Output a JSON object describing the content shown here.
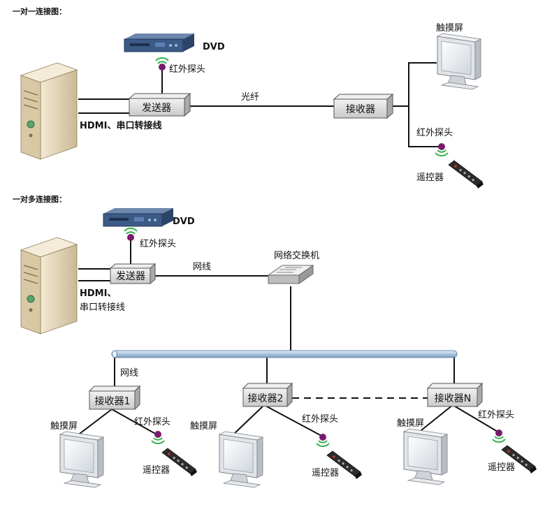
{
  "section1": {
    "header": "一对一连接图：",
    "dvd_label": "DVD",
    "ir_probe_top": "红外探头",
    "sender": "发送器",
    "cable_label": "HDMI、串口转接线",
    "fiber_label": "光纤",
    "receiver": "接收器",
    "touchscreen": "触摸屏",
    "ir_probe_right": "红外探头",
    "remote": "遥控器"
  },
  "section2": {
    "header": "一对多连接图：",
    "dvd_label": "DVD",
    "ir_probe": "红外探头",
    "sender": "发送器",
    "cable_label_line1": "HDMI、",
    "cable_label_line2": "串口转接线",
    "network_cable_top": "网线",
    "switch_label": "网络交换机",
    "network_cable_bottom": "网线",
    "receivers": [
      {
        "label": "接收器1",
        "touchscreen": "触摸屏",
        "ir_probe": "红外探头",
        "remote": "遥控器"
      },
      {
        "label": "接收器2",
        "touchscreen": "触摸屏",
        "ir_probe": "红外探头",
        "remote": "遥控器"
      },
      {
        "label": "接收器N",
        "touchscreen": "触摸屏",
        "ir_probe": "红外探头",
        "remote": "遥控器"
      }
    ]
  },
  "colors": {
    "line": "#111111",
    "box_fill": "#d9d9d9",
    "box_top": "#eeeeee",
    "ir_dot": "#7a1a6e",
    "ir_wave": "#2db34a",
    "dvd_body": "#3b5a86",
    "pc_body": "#e8dcc0",
    "bus_fill": "#c9d9ea"
  },
  "icons": [
    "pc-tower-icon",
    "dvd-player-icon",
    "monitor-icon",
    "remote-control-icon",
    "network-switch-icon",
    "ir-probe-icon"
  ]
}
